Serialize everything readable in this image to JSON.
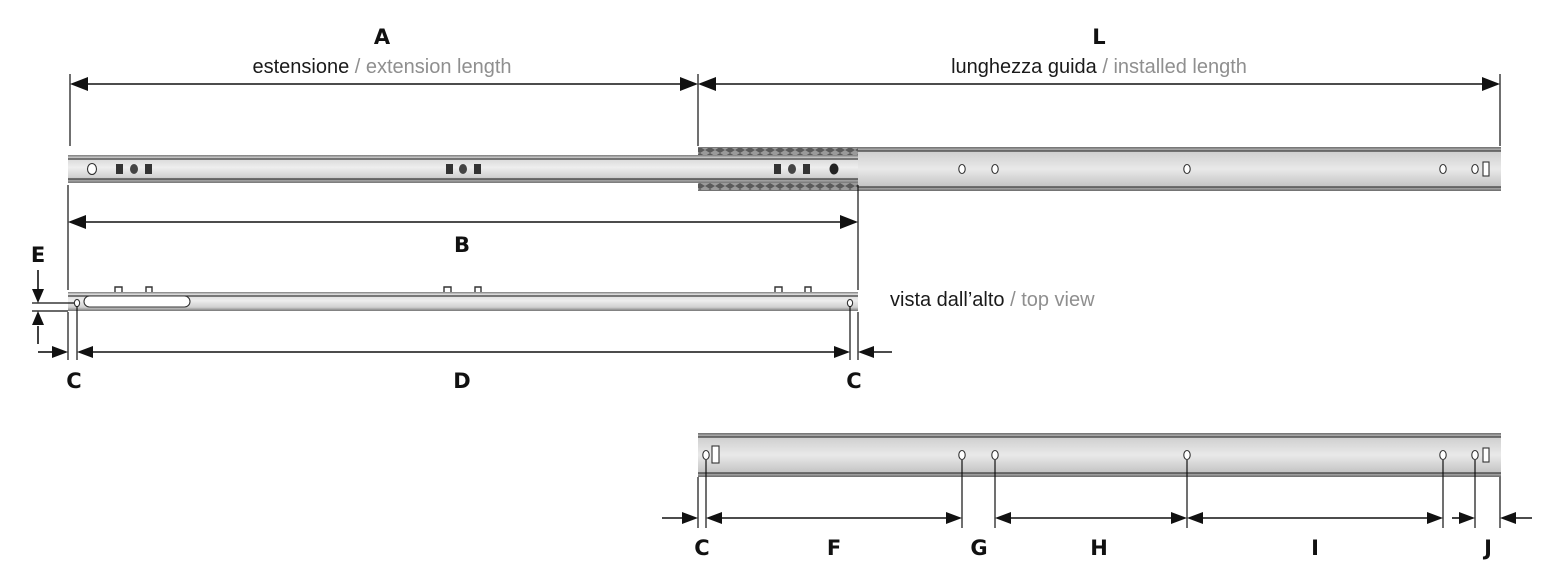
{
  "dimensions": {
    "A": {
      "letter": "A",
      "caption_it": "estensione",
      "caption_sep": " / ",
      "caption_en": "extension length"
    },
    "L": {
      "letter": "L",
      "caption_it": "lunghezza guida",
      "caption_sep": " / ",
      "caption_en": "installed length"
    },
    "B": {
      "letter": "B"
    },
    "E": {
      "letter": "E"
    },
    "C": {
      "letter": "C"
    },
    "D": {
      "letter": "D"
    },
    "F": {
      "letter": "F"
    },
    "G": {
      "letter": "G"
    },
    "H": {
      "letter": "H"
    },
    "I": {
      "letter": "I"
    },
    "J": {
      "letter": "J"
    }
  },
  "views": {
    "top_view_it": "vista dall’alto",
    "top_view_sep": " / ",
    "top_view_en": "top view"
  },
  "colors": {
    "rail_light": "#e6e6e6",
    "rail_mid": "#c9c9c9",
    "rail_dark": "#8a8a8a",
    "line": "#111111",
    "caption_gray": "#8f8f8f"
  }
}
